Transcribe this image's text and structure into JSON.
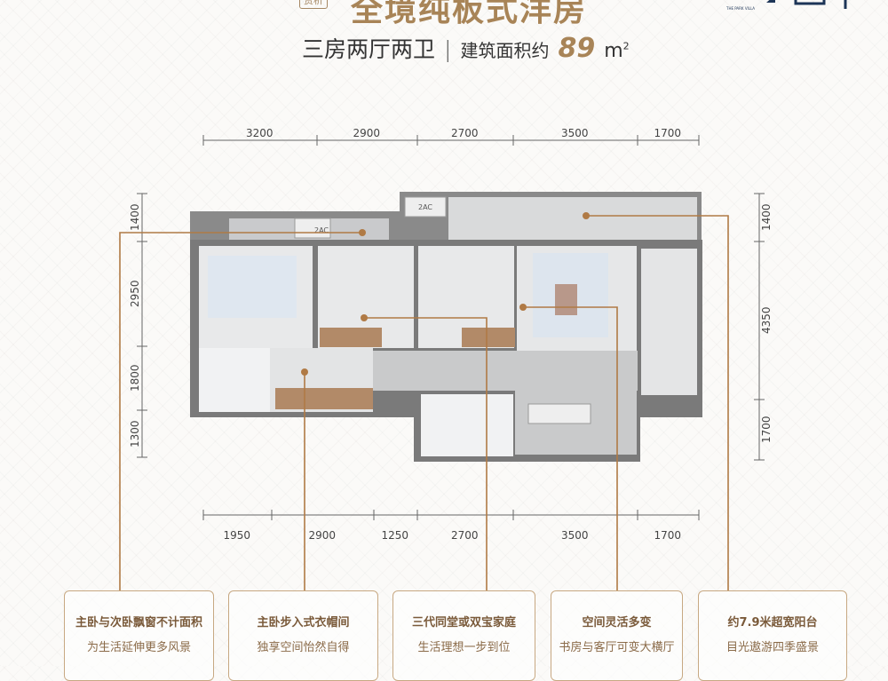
{
  "header": {
    "badge": "赏析",
    "title": "全境纯板式洋房",
    "layout": "三房两厅两卫",
    "area_label": "建筑面积约",
    "area_value": "89",
    "area_unit": "m",
    "area_sup": "2"
  },
  "logo": {
    "tagline": "THE PARK VILLA"
  },
  "dimensions": {
    "top": [
      "3200",
      "2900",
      "2700",
      "3500",
      "1700"
    ],
    "bottom": [
      "1950",
      "2900",
      "1250",
      "2700",
      "3500",
      "1700"
    ],
    "left": [
      "1400",
      "2950",
      "1800",
      "1300"
    ],
    "right": [
      "1400",
      "4350",
      "1700"
    ]
  },
  "plan": {
    "ac_label": "2AC"
  },
  "colors": {
    "accent": "#a88457",
    "callout": "#b07a45",
    "wall": "#6f6f6f"
  },
  "features": [
    {
      "title": "主卧与次卧飘窗不计面积",
      "subtitle": "为生活延伸更多风景"
    },
    {
      "title": "主卧步入式衣帽间",
      "subtitle": "独享空间怡然自得"
    },
    {
      "title": "三代同堂或双宝家庭",
      "subtitle": "生活理想一步到位"
    },
    {
      "title": "空间灵活多变",
      "subtitle": "书房与客厅可变大横厅"
    },
    {
      "title": "约7.9米超宽阳台",
      "subtitle": "目光遨游四季盛景"
    }
  ]
}
